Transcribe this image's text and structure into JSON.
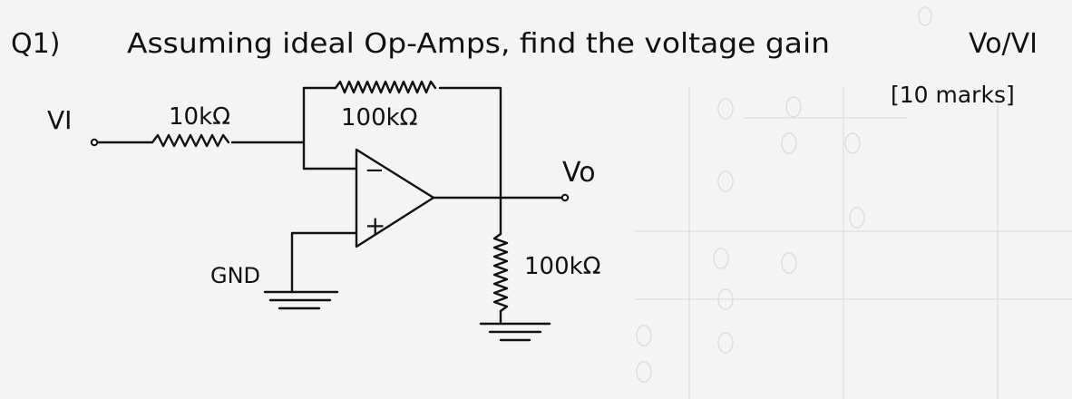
{
  "question": {
    "number": "Q1)",
    "text": "Assuming ideal Op-Amps, find the voltage gain",
    "gain_expression": "Vo/VI",
    "marks": "[10 marks]"
  },
  "circuit": {
    "input_label": "VI",
    "input_resistor": "10kΩ",
    "feedback_resistor": "100kΩ",
    "opamp_minus": "−",
    "opamp_plus": "+",
    "output_label": "Vo",
    "ground_label": "GND",
    "load_resistor": "100kΩ"
  }
}
